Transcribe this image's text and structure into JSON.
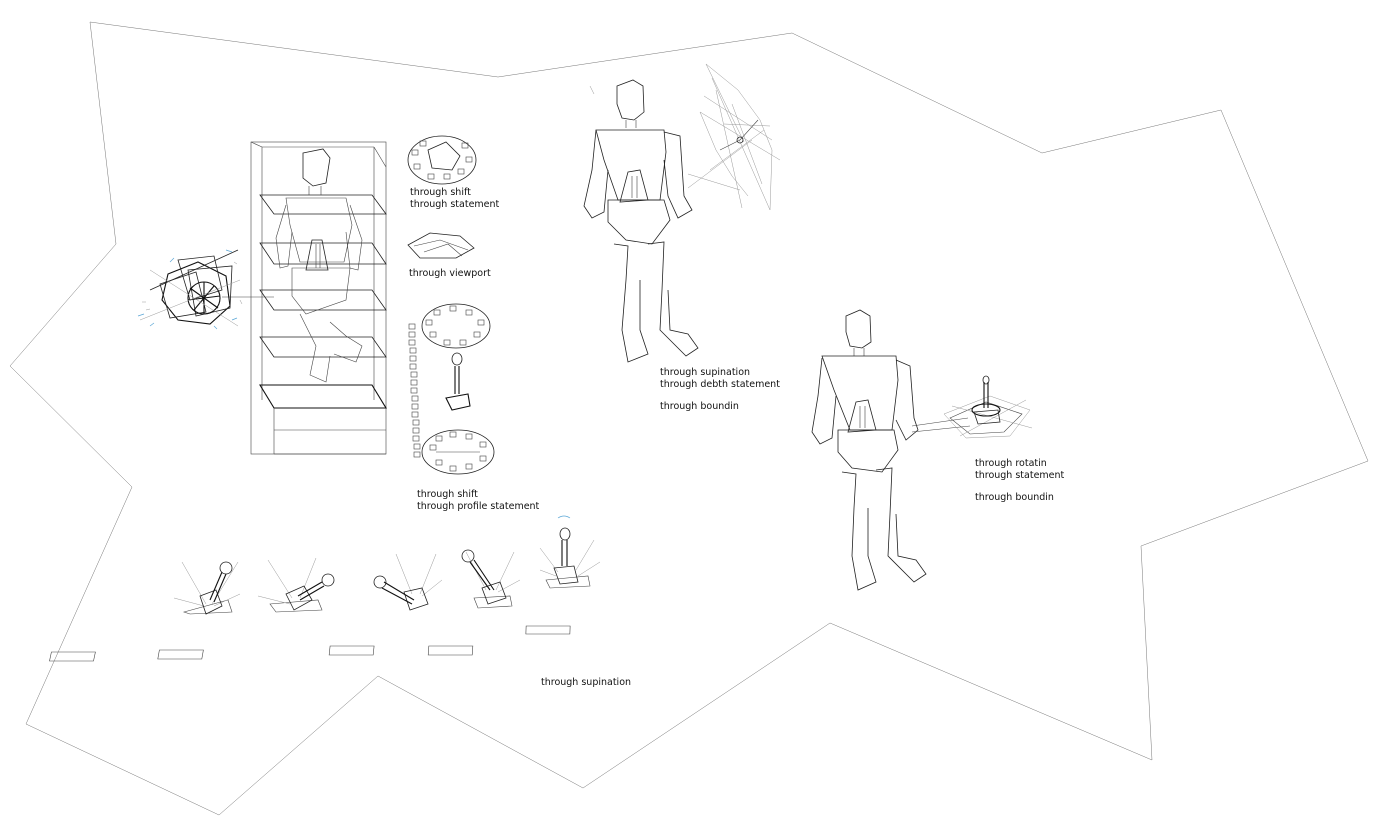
{
  "labels": {
    "shift_statement": [
      "through shift",
      "through statement"
    ],
    "viewport": [
      "through viewport"
    ],
    "shift_profile": [
      "through shift",
      "through profile statement"
    ],
    "supination_debth": [
      "through supination",
      "through debth statement",
      "",
      "through boundin"
    ],
    "rotatin": [
      "through rotatin",
      "through statement",
      "",
      "through boundin"
    ],
    "supination_bottom": [
      "through supination"
    ]
  },
  "colors": {
    "line": "#222222",
    "outline": "#7a7a7a",
    "accent": "#5aa6d6"
  }
}
